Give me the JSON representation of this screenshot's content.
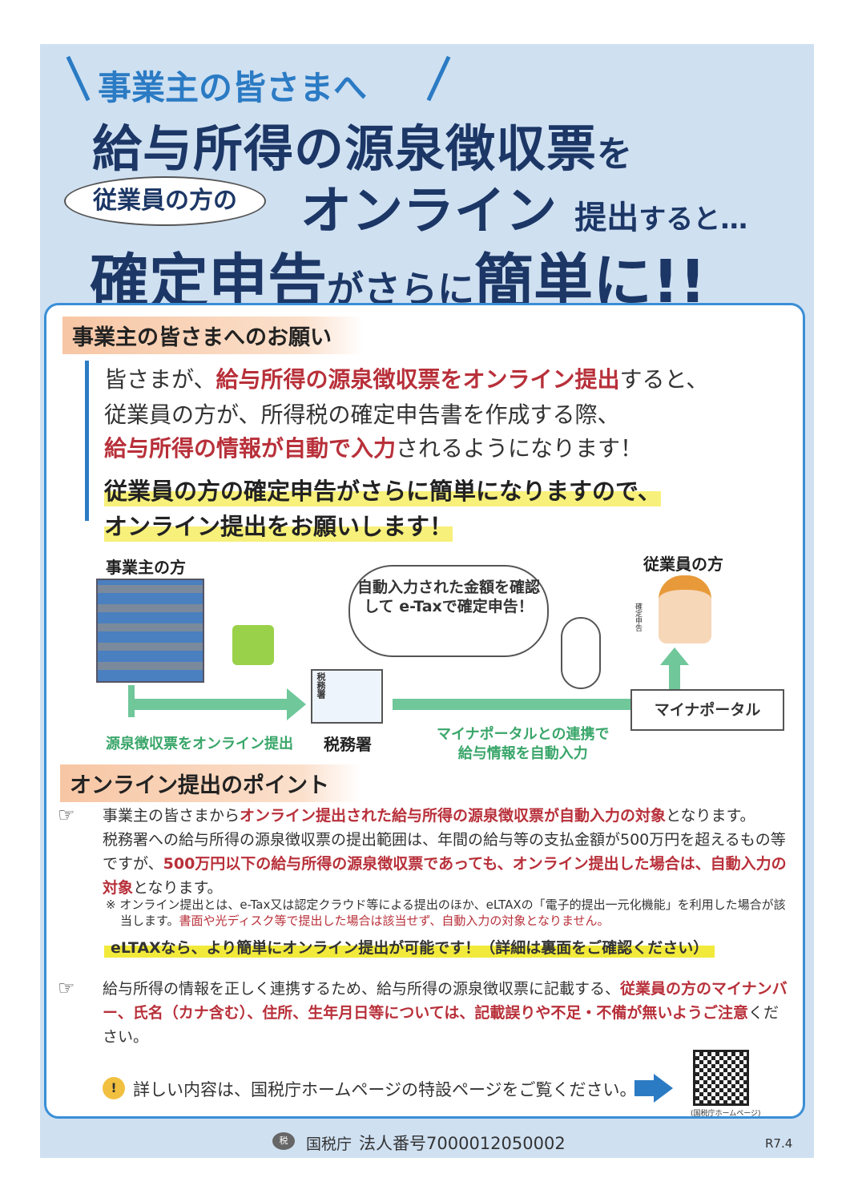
{
  "header": {
    "to": "事業主の皆さまへ",
    "title1": "給与所得の源泉徴収票",
    "title1_particle": "を",
    "bubble": "従業員の方の",
    "online": "オンライン",
    "submit": "提出",
    "submit_suffix": "すると…",
    "result_a": "確定申告",
    "result_particle": "が",
    "result_b": "さらに",
    "result_c": "簡単",
    "result_d": "に!!"
  },
  "request": {
    "heading": "事業主の皆さまへのお願い",
    "line1_a": "皆さまが、",
    "line1_red": "給与所得の源泉徴収票をオンライン提出",
    "line1_b": "すると、",
    "line2": "従業員の方が、所得税の確定申告書を作成する際、",
    "line3_red": "給与所得の情報が自動で入力",
    "line3_b": "されるようになります！",
    "bold1": "従業員の方の確定申告がさらに簡単になりますので、",
    "bold2": "オンライン提出をお願いします！"
  },
  "diagram": {
    "employer": "事業主の方",
    "employee": "従業員の方",
    "cloud": "自動入力された金額を確認して e-Taxで確定申告！",
    "tax_office_sign": "税務署",
    "tax_office": "税務署",
    "arrow1": "源泉徴収票をオンライン提出",
    "arrow2_l1": "マイナポータルとの連携で",
    "arrow2_l2": "給与情報を自動入力",
    "portal": "マイナポータル",
    "doc_label": "確定申告"
  },
  "points": {
    "heading": "オンライン提出のポイント",
    "p1_a": "事業主の皆さまから",
    "p1_red": "オンライン提出された給与所得の源泉徴収票が自動入力の対象",
    "p1_b": "となります。",
    "p1_c": "税務署への給与所得の源泉徴収票の提出範囲は、年間の給与等の支払金額が500万円を超えるもの等ですが、",
    "p1_red2": "500万円以下の給与所得の源泉徴収票であっても、オンライン提出した場合は、自動入力の対象",
    "p1_d": "となります。",
    "note_a": "※ オンライン提出とは、e-Tax又は認定クラウド等による提出のほか、eLTAXの「電子的提出一元化機能」を利用した場合が該当します。",
    "note_red": "書面や光ディスク等で提出した場合は該当せず、自動入力の対象となりません。",
    "eltax": "eLTAXなら、より簡単にオンライン提出が可能です！（詳細は裏面をご確認ください）",
    "p2_a": "給与所得の情報を正しく連携するため、給与所得の源泉徴収票に記載する、",
    "p2_red": "従業員の方のマイナンバー、氏名（カナ含む）、住所、生年月日等については、記載誤りや不足・不備が無いようご注意",
    "p2_b": "ください。",
    "info": "詳しい内容は、国税庁ホームページの特設ページをご覧ください。",
    "qr_caption": "(国税庁ホームページ)"
  },
  "footer": {
    "agency": "国税庁",
    "corp_no": "法人番号7000012050002",
    "version": "R7.4"
  },
  "colors": {
    "navy": "#1c3766",
    "blue": "#2b7bc4",
    "red": "#b8303a",
    "green": "#3aa66a"
  }
}
